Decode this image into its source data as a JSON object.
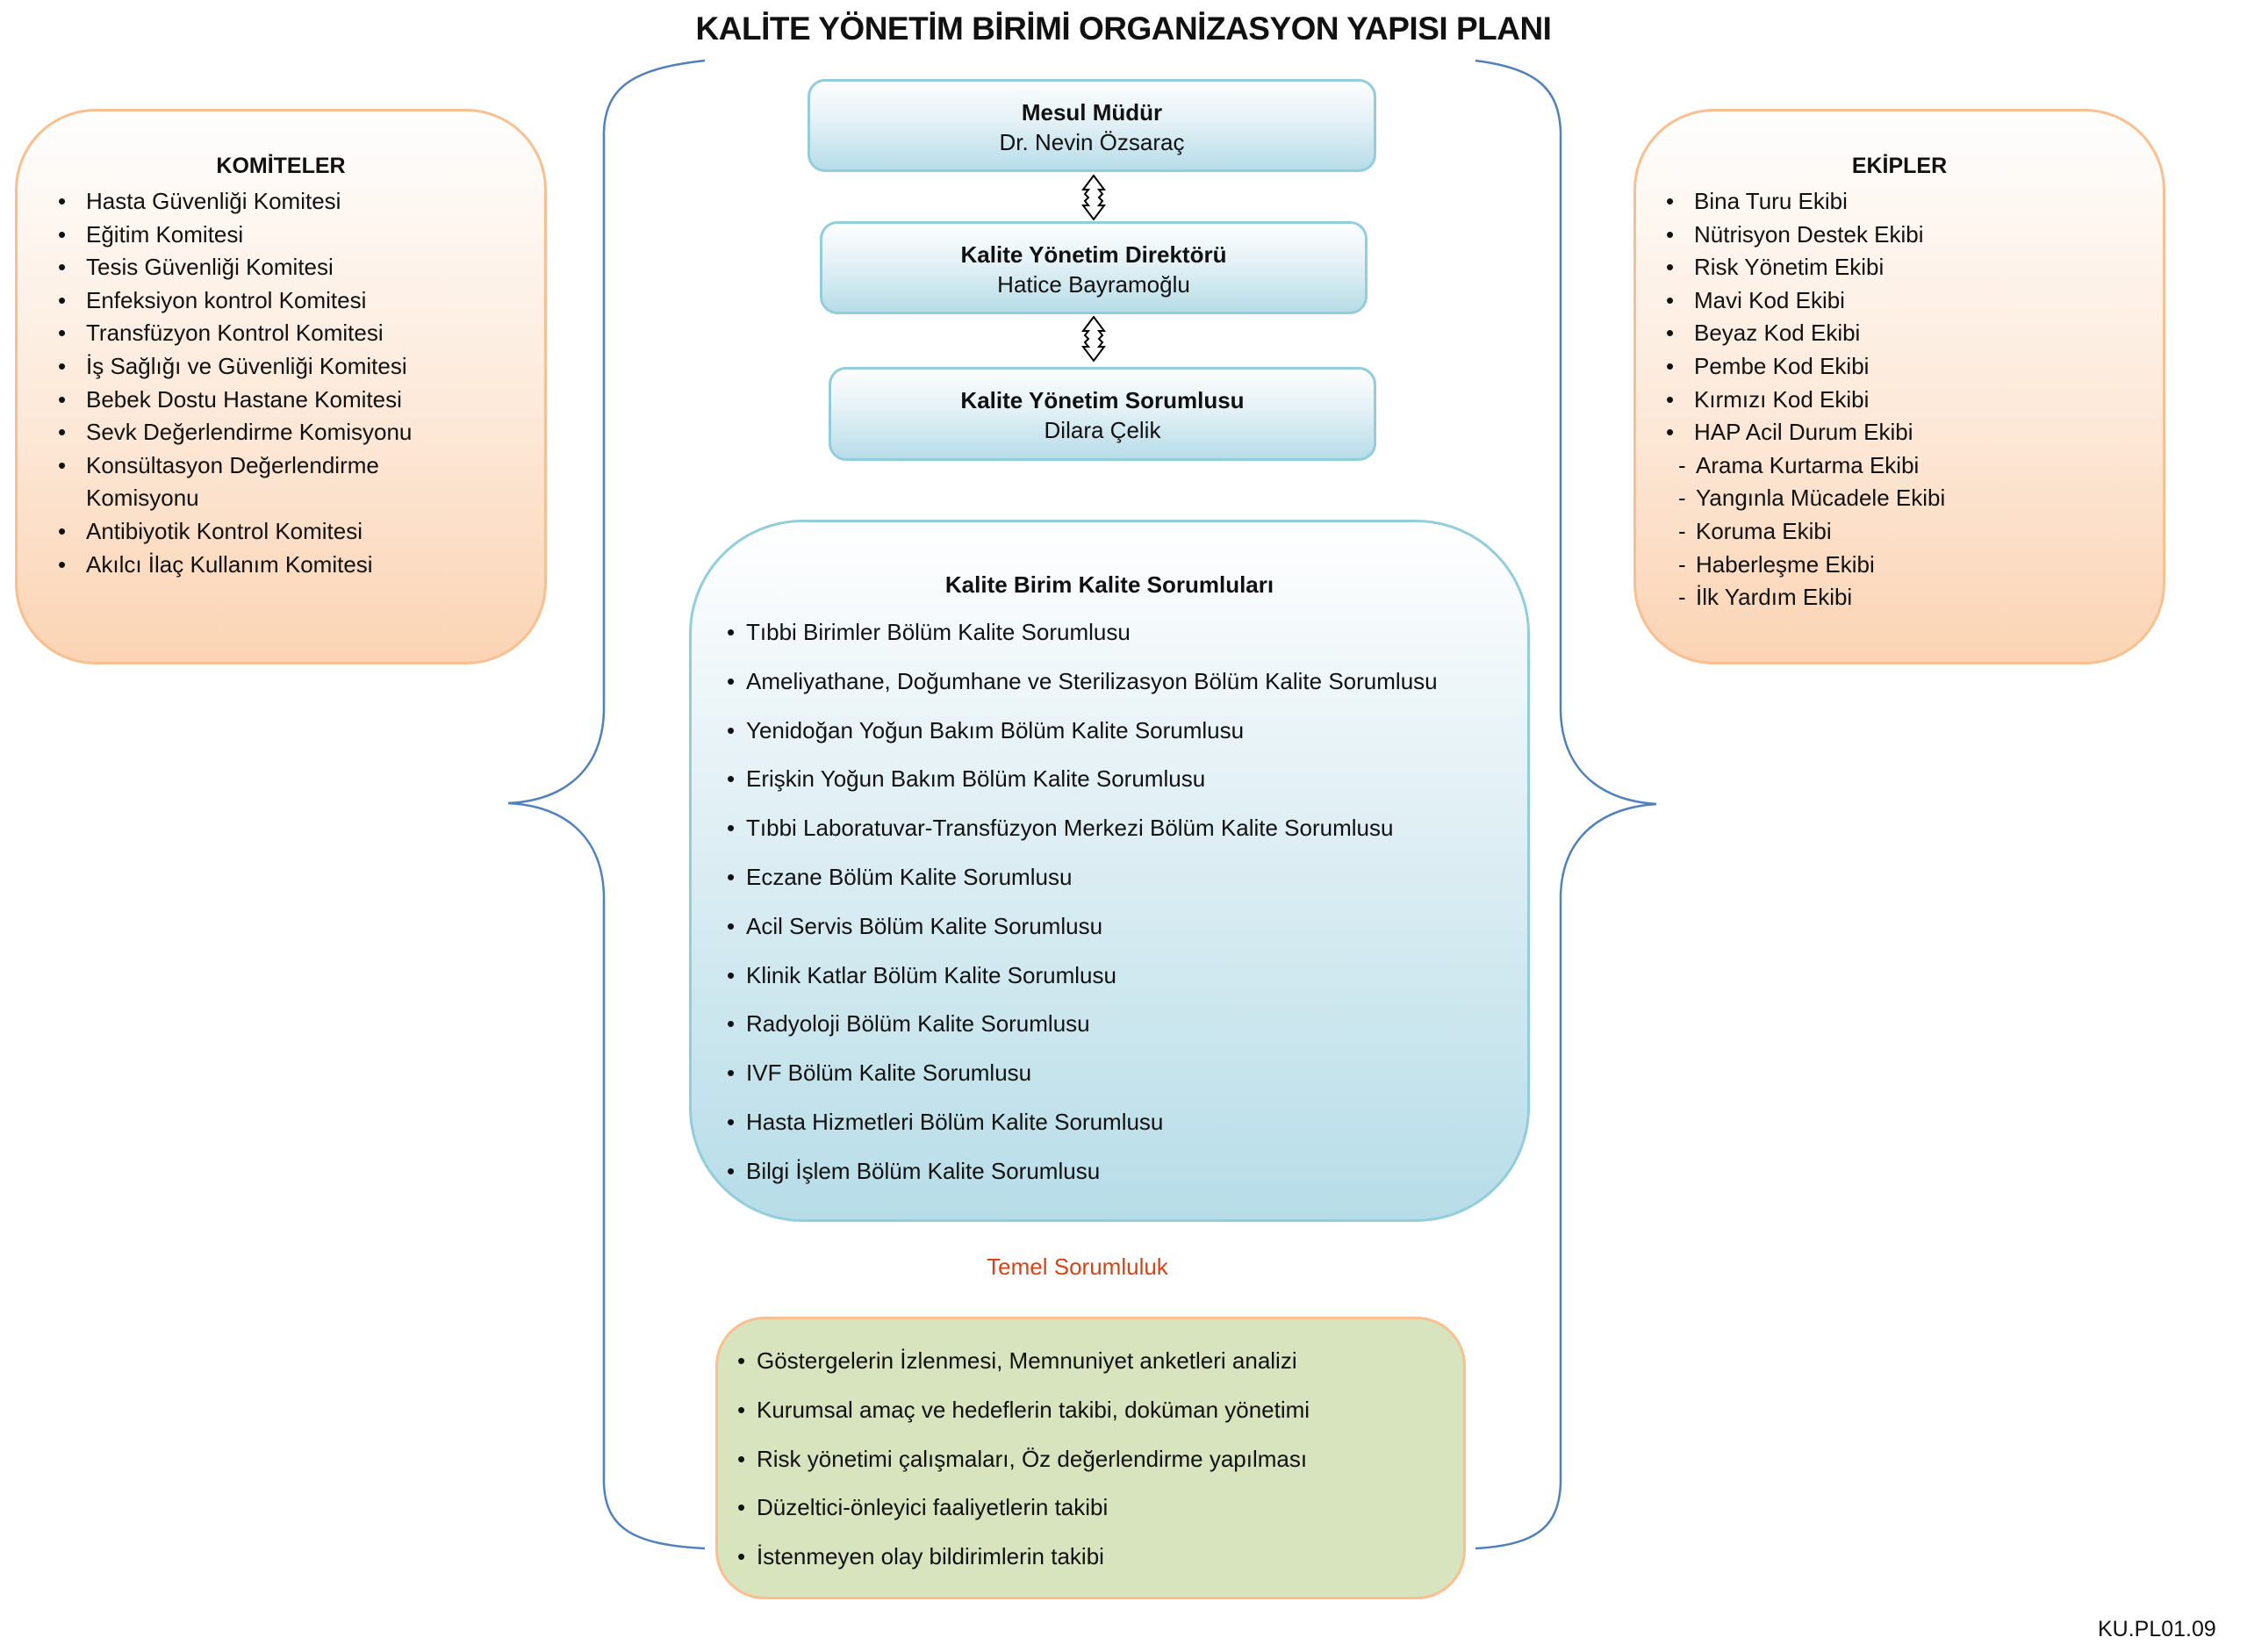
{
  "title": "KALİTE YÖNETİM BİRİMİ ORGANİZASYON YAPISI PLANI",
  "komiteler": {
    "heading": "KOMİTELER",
    "items": [
      "Hasta Güvenliği Komitesi",
      "Eğitim Komitesi",
      "Tesis Güvenliği Komitesi",
      "Enfeksiyon kontrol Komitesi",
      "Transfüzyon Kontrol Komitesi",
      "İş Sağlığı ve Güvenliği Komitesi",
      "Bebek Dostu Hastane Komitesi",
      "Sevk Değerlendirme Komisyonu",
      "Konsültasyon Değerlendirme",
      "Komisyonu",
      "Antibiyotik Kontrol Komitesi",
      "Akılcı İlaç Kullanım Komitesi"
    ]
  },
  "ekipler": {
    "heading": "EKİPLER",
    "items": [
      "Bina Turu Ekibi",
      "Nütrisyon Destek Ekibi",
      "Risk Yönetim Ekibi",
      "Mavi Kod Ekibi",
      "Beyaz Kod Ekibi",
      "Pembe Kod Ekibi",
      "Kırmızı Kod Ekibi",
      "HAP Acil Durum Ekibi"
    ],
    "sub_items": [
      "Arama Kurtarma Ekibi",
      "Yangınla Mücadele Ekibi",
      "Koruma Ekibi",
      "Haberleşme Ekibi",
      "İlk Yardım Ekibi"
    ]
  },
  "hierarchy": [
    {
      "role": "Mesul Müdür",
      "name": "Dr. Nevin Özsaraç"
    },
    {
      "role": "Kalite Yönetim Direktörü",
      "name": "Hatice Bayramoğlu"
    },
    {
      "role": "Kalite Yönetim Sorumlusu",
      "name": "Dilara Çelik"
    }
  ],
  "birim": {
    "heading": "Kalite Birim Kalite Sorumluları",
    "items": [
      "Tıbbi Birimler Bölüm Kalite Sorumlusu",
      "Ameliyathane, Doğumhane ve Sterilizasyon Bölüm Kalite Sorumlusu",
      "Yenidoğan Yoğun Bakım Bölüm Kalite Sorumlusu",
      "Erişkin Yoğun Bakım Bölüm Kalite Sorumlusu",
      "Tıbbi Laboratuvar-Transfüzyon Merkezi Bölüm Kalite Sorumlusu",
      "Eczane Bölüm Kalite Sorumlusu",
      "Acil Servis Bölüm Kalite Sorumlusu",
      "Klinik Katlar Bölüm Kalite Sorumlusu",
      "Radyoloji Bölüm Kalite Sorumlusu",
      "IVF Bölüm Kalite Sorumlusu",
      "Hasta Hizmetleri Bölüm Kalite Sorumlusu",
      "Bilgi İşlem Bölüm Kalite Sorumlusu"
    ]
  },
  "temel": {
    "label": "Temel Sorumluluk",
    "items": [
      "Göstergelerin İzlenmesi, Memnuniyet anketleri analizi",
      "Kurumsal amaç ve hedeflerin takibi, doküman yönetimi",
      "Risk yönetimi çalışmaları, Öz değerlendirme yapılması",
      "Düzeltici-önleyici faaliyetlerin takibi",
      "İstenmeyen olay bildirimlerin takibi"
    ]
  },
  "doc_code": "KU.PL01.09",
  "symbols": {
    "bullet": "•",
    "dash": "-"
  },
  "colors": {
    "orange_border": "#f9bf8f",
    "blue_border": "#92cddc",
    "brace": "#4f81bd",
    "green_fill": "#d7e4bd",
    "accent_text": "#d84315"
  }
}
